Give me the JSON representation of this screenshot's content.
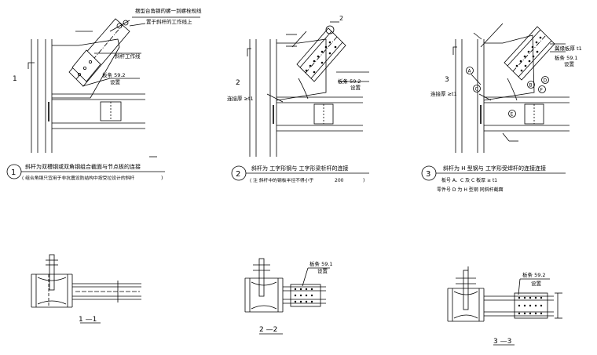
{
  "detail1": {
    "number": "1",
    "section_mark": "1",
    "note_top1": "摆型台角钢的螺一到螺栓规线",
    "note_top2": "置于斜杆的工作线上",
    "note_work": "斜杆工作线",
    "note_plate": "板条 59.2",
    "note_set": "设置",
    "title": "斜杆为双槽钢或双角钢组合截面与节点板的连接",
    "subtitle": "( 组合角钢只宜用于非抗震设防结构中按受拉设计的斜杆",
    "subtitle_end": ")"
  },
  "detail2": {
    "number": "2",
    "section_mark": "2",
    "callout": "2",
    "note_plate": "板条 59.2",
    "note_set": "设置",
    "note_thick": "连接厚 ≥t1",
    "title": "斜杆为 工字形钢与 工字形梁析杆的连接",
    "subtitle": "( 注 斜杆中的钢板半径不得小于",
    "subtitle_val": "200",
    "subtitle_end": ")"
  },
  "detail3": {
    "number": "3",
    "section_mark": "3",
    "note_thick_top": "翼缘板厚 t1",
    "note_plate": "板条 59.1",
    "note_set": "设置",
    "note_thick": "连接厚 ≥t1",
    "letters": [
      "A",
      "B",
      "C",
      "D",
      "E",
      "F"
    ],
    "title": "斜杆为 H 型钢与 工字形受焊杆的连接连接",
    "line2": "板号 A、C 及 C 板厚 ≥ t1",
    "line3": "零件号 D 为 H 型钢 同斜杆截面"
  },
  "section1": {
    "label": "1 —1"
  },
  "section2": {
    "label": "2 —2",
    "note_plate": "板条 59.1",
    "note_set": "设置"
  },
  "section3": {
    "label": "3 —3",
    "note_plate": "板条 59.2",
    "note_set": "设置"
  }
}
